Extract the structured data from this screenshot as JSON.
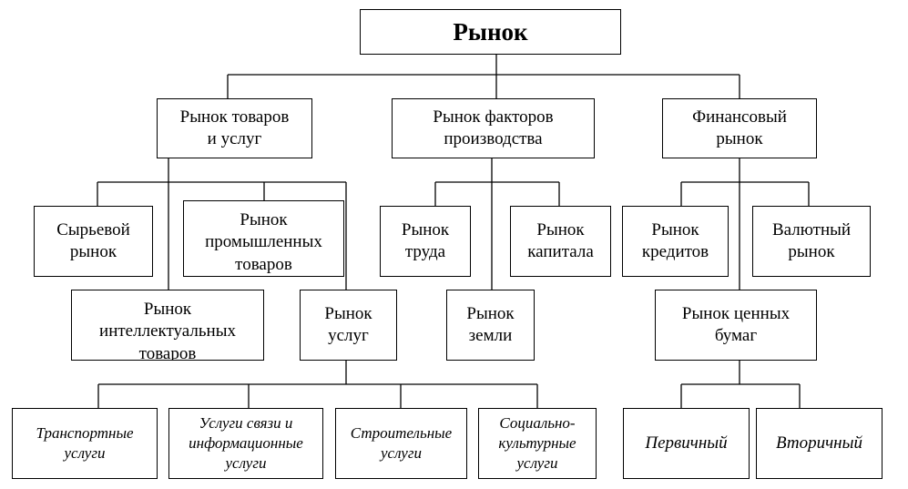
{
  "root": "Рынок",
  "level1": {
    "goods": "Рынок товаров\nи услуг",
    "factors": "Рынок факторов\nпроизводства",
    "financial": "Финансовый\nрынок"
  },
  "goods_children": {
    "raw": "Сырьевой\nрынок",
    "industrial": "Рынок\nпромышленных\nтоваров",
    "intellectual": "Рынок\nинтеллектуальных\nтоваров",
    "services": "Рынок\nуслуг"
  },
  "factors_children": {
    "labor": "Рынок\nтруда",
    "capital": "Рынок\nкапитала",
    "land": "Рынок\nземли"
  },
  "financial_children": {
    "credit": "Рынок\nкредитов",
    "currency": "Валютный\nрынок",
    "securities": "Рынок ценных\nбумаг"
  },
  "services_children": {
    "transport": "Транспортные\nуслуги",
    "communication": "Услуги связи и\nинформационные\nуслуги",
    "construction": "Строительные\nуслуги",
    "sociocultural": "Социально-\nкультурные\nуслуги"
  },
  "securities_children": {
    "primary": "Первичный",
    "secondary": "Вторичный"
  }
}
